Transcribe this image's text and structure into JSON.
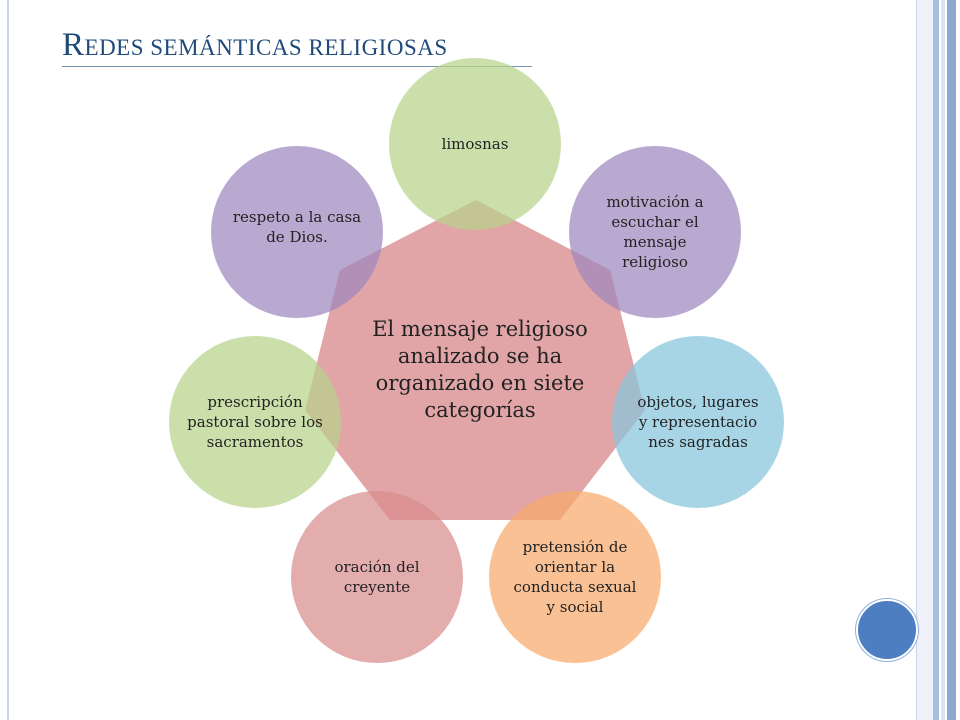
{
  "slide": {
    "title_first_letter": "R",
    "title_rest": "edes semánticas  religiosas"
  },
  "diagram": {
    "center": {
      "label": "El mensaje religioso analizado se ha organizado en siete categorías",
      "color": "#d88c8e"
    },
    "nodes": [
      {
        "label": "limosnas",
        "color": "#b7d38a"
      },
      {
        "label": "motivación a escuchar el mensaje religioso",
        "color": "#9e86bd"
      },
      {
        "label": "objetos, lugares y representacio nes sagradas",
        "color": "#86c5dc"
      },
      {
        "label": "pretensión de orientar la conducta sexual y social",
        "color": "#f7a96b"
      },
      {
        "label": "oración del creyente",
        "color": "#d88c8e"
      },
      {
        "label": "prescripción pastoral sobre los sacramentos",
        "color": "#b7d38a"
      },
      {
        "label": "respeto a la casa de Dios.",
        "color": "#9e86bd"
      }
    ]
  },
  "decor": {
    "accent_dot_color": "#4d7ec2",
    "rail_colors": [
      "#dbe4f1",
      "#a9bedc",
      "#7f9cc8"
    ]
  }
}
